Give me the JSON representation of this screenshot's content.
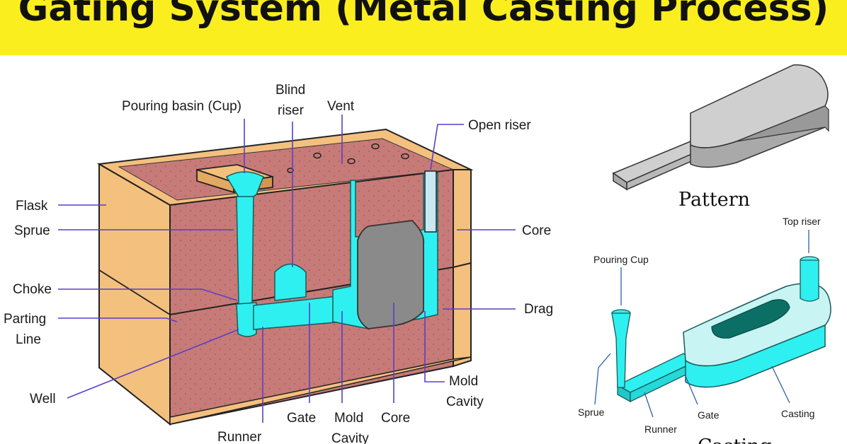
{
  "title": "Gating System (Metal Casting Process)",
  "mold_labels": {
    "pouring_basin": "Pouring basin (Cup)",
    "blind_riser_1": "Blind",
    "blind_riser_2": "riser",
    "vent": "Vent",
    "open_riser": "Open riser",
    "flask": "Flask",
    "sprue": "Sprue",
    "core_right": "Core",
    "choke": "Choke",
    "drag": "Drag",
    "parting_1": "Parting",
    "parting_2": "Line",
    "well": "Well",
    "mold_cavity_right_1": "Mold",
    "mold_cavity_right_2": "Cavity",
    "runner": "Runner",
    "gate": "Gate",
    "mold_cavity_bottom_1": "Mold",
    "mold_cavity_bottom_2": "Cavity",
    "core_bottom": "Core"
  },
  "pattern_label": "Pattern",
  "casting_labels": {
    "top_riser": "Top riser",
    "pouring_cup": "Pouring Cup",
    "sprue": "Sprue",
    "runner": "Runner",
    "gate": "Gate",
    "casting": "Casting",
    "caption": "Casting"
  },
  "colors": {
    "banner": "#fbee1f",
    "sand": "#c77b78",
    "flask_wood": "#f4c07e",
    "metal_cyan": "#2ff0f0",
    "core_gray": "#8a8a8a",
    "leader_lines": "#5b3ec8"
  }
}
